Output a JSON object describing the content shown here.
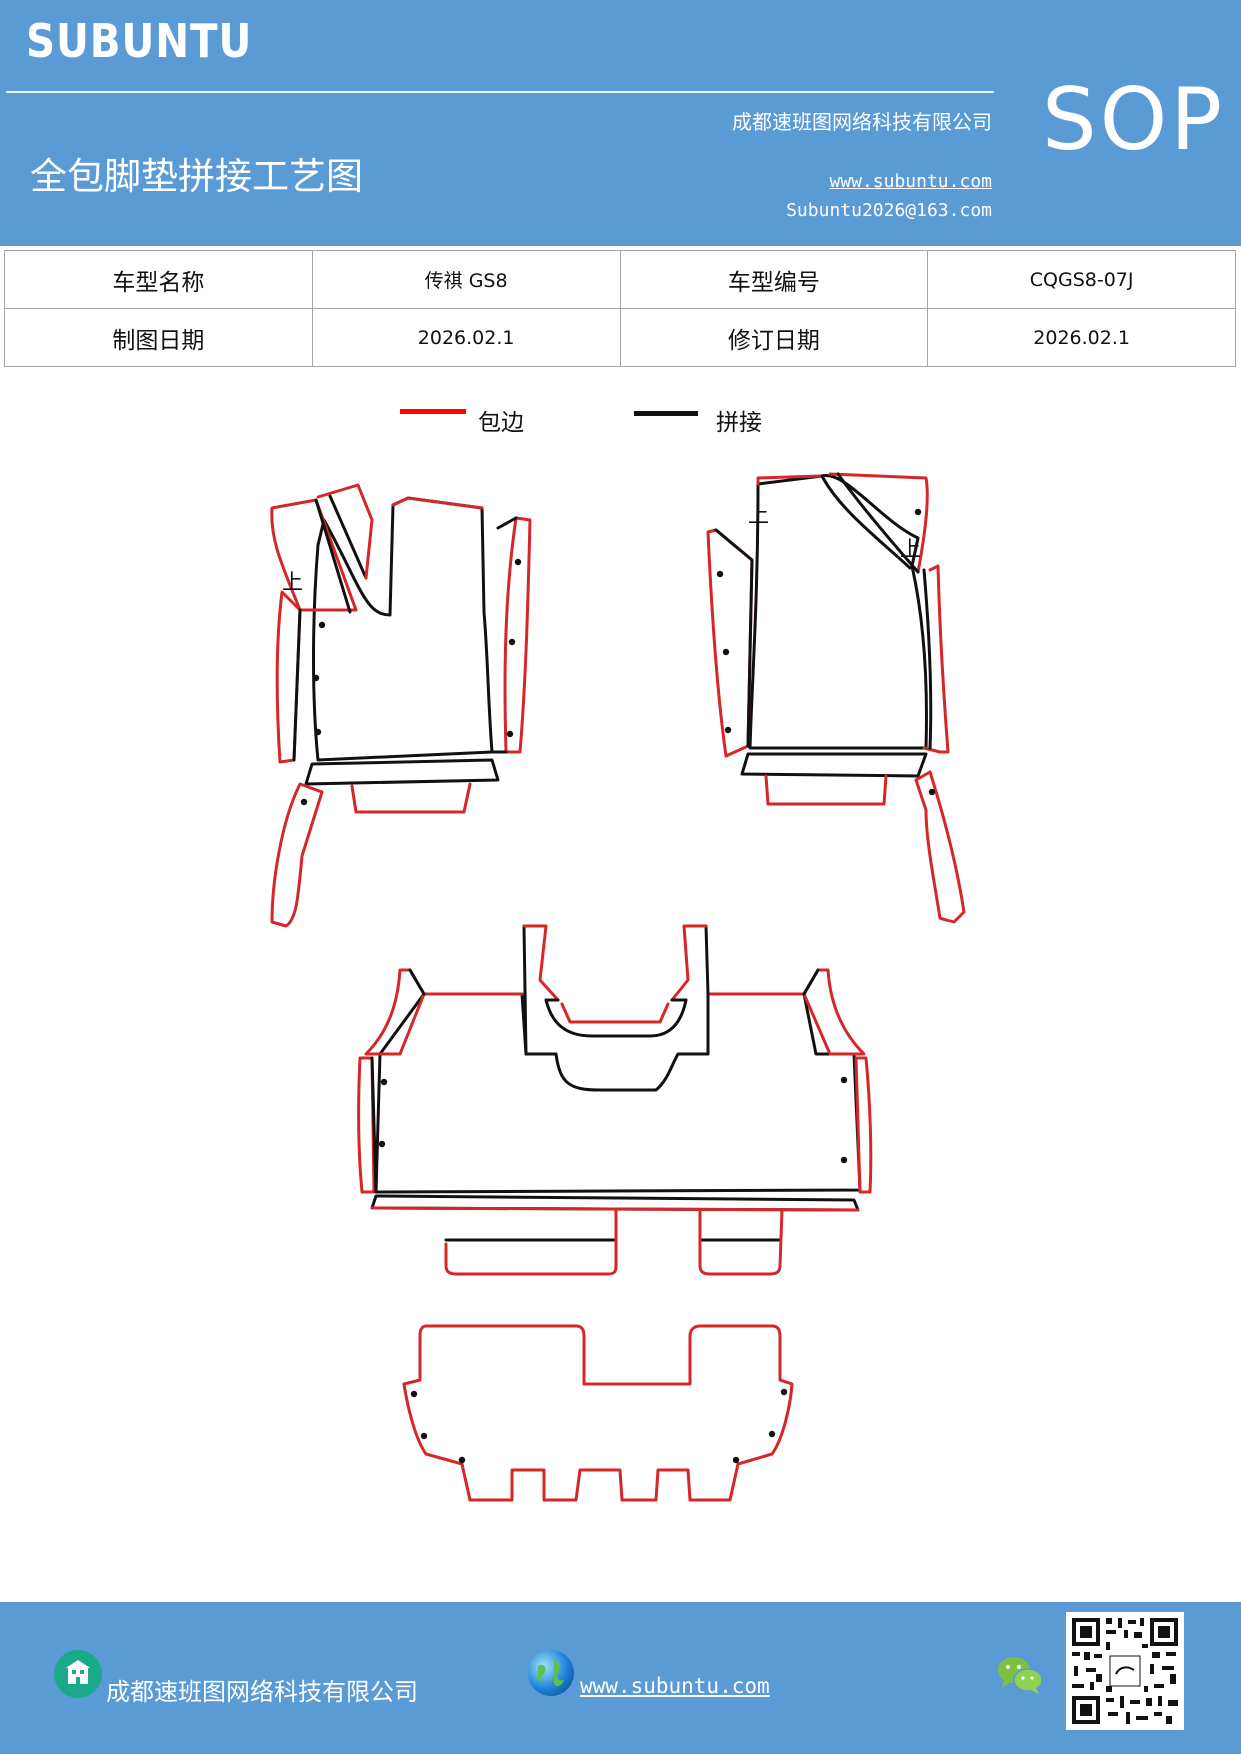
{
  "header": {
    "brand": "SUBUNTU",
    "doc_code": "SOP",
    "title": "全包脚垫拼接工艺图",
    "company": "成都速班图网络科技有限公司",
    "website": "www.subuntu.com",
    "email": "Subuntu2026@163.com"
  },
  "info_table": {
    "model_name_label": "车型名称",
    "model_name_value": "传祺 GS8",
    "model_code_label": "车型编号",
    "model_code_value": "CQGS8-07J",
    "draw_date_label": "制图日期",
    "draw_date_value": "2026.02.1",
    "revise_date_label": "修订日期",
    "revise_date_value": "2026.02.1"
  },
  "legend": {
    "edge_label": "包边",
    "splice_label": "拼接",
    "edge_color": "#ff0000",
    "splice_color": "#111111"
  },
  "diagram": {
    "up_mark": "上"
  },
  "footer": {
    "company": "成都速班图网络科技有限公司",
    "website": "www.subuntu.com ",
    "icons": [
      "building-icon",
      "globe-icon",
      "wechat-icon",
      "qr-code"
    ]
  }
}
